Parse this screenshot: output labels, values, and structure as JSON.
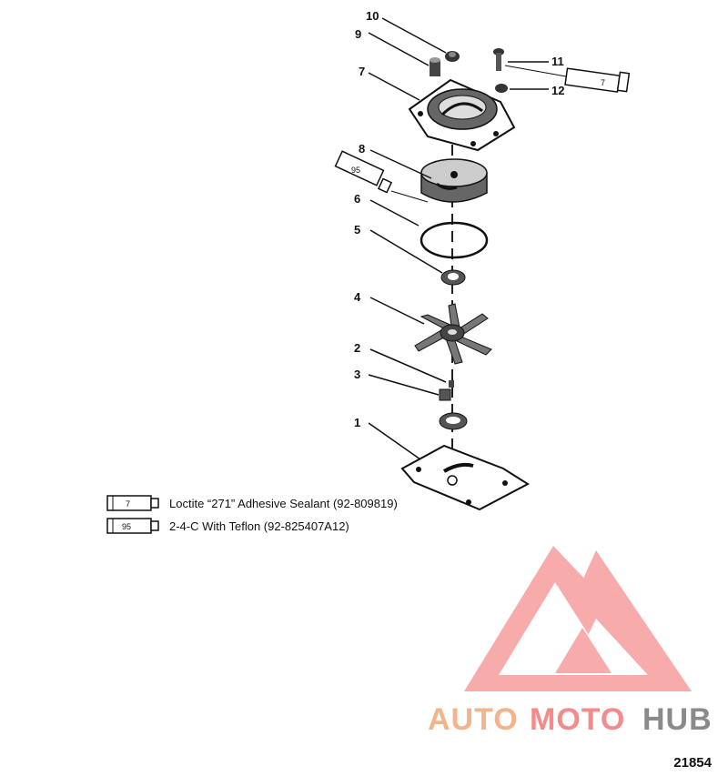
{
  "callouts": {
    "c1": "1",
    "c2": "2",
    "c3": "3",
    "c4": "4",
    "c5": "5",
    "c6": "6",
    "c7": "7",
    "c8": "8",
    "c9": "9",
    "c10": "10",
    "c11": "11",
    "c12": "12"
  },
  "tube_labels": {
    "sealant_7": "7",
    "lube_95": "95"
  },
  "legend": [
    {
      "code": "7",
      "text": "Loctite “271” Adhesive Sealant (92-809819)"
    },
    {
      "code": "95",
      "text": "2-4-C  With Teflon (92-825407A12)"
    }
  ],
  "watermark": {
    "part1": "AUTO",
    "part2": "MOTO",
    "part3": "HUB",
    "colors": {
      "auto": "#f2b48c",
      "moto": "#f58a8a",
      "hub": "#8a8a8a",
      "logo": "#f58a8a"
    }
  },
  "figure_number": "21854"
}
